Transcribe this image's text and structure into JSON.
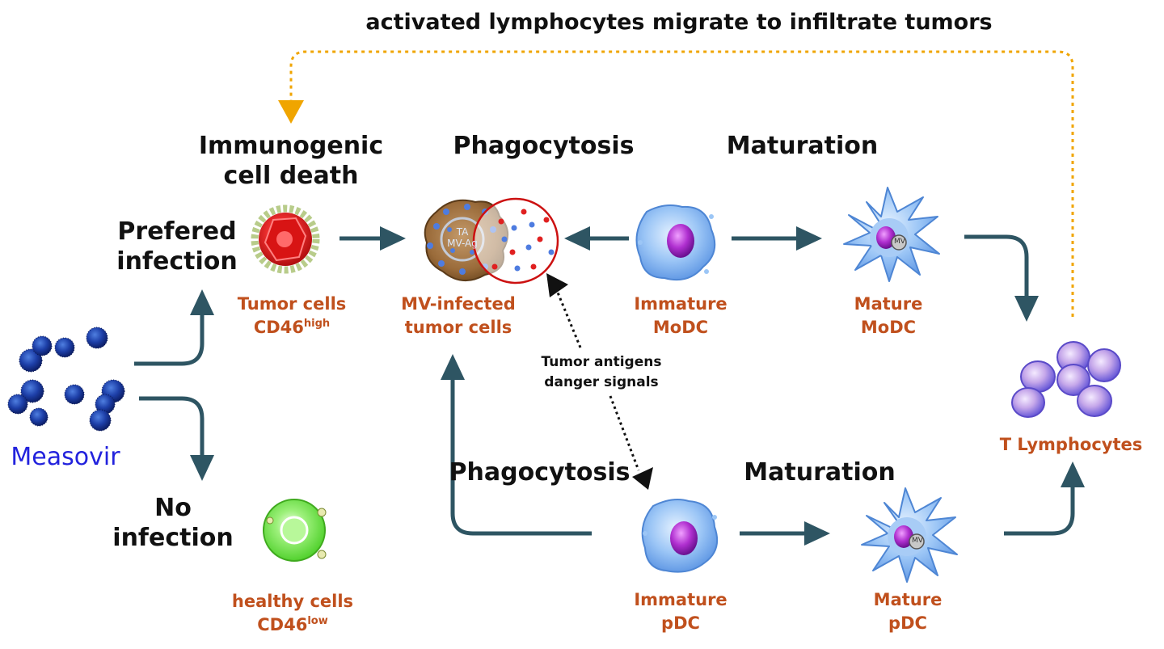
{
  "top_banner": "activated lymphocytes migrate to infiltrate tumors",
  "stages": {
    "immunogenic_death": [
      "Immunogenic",
      "cell death"
    ],
    "phagocytosis_top": "Phagocytosis",
    "maturation_top": "Maturation",
    "phagocytosis_bottom": "Phagocytosis",
    "maturation_bottom": "Maturation"
  },
  "branches": {
    "preferred": [
      "Prefered",
      "infection"
    ],
    "none": [
      "No",
      "infection"
    ]
  },
  "virus": {
    "name": "Measovir"
  },
  "cells": {
    "tumor": {
      "line1": "Tumor cells",
      "line2": "CD46",
      "sup": "high"
    },
    "healthy": {
      "line1": "healthy cells",
      "line2": "CD46",
      "sup": "low"
    },
    "mv_infected": {
      "line1": "MV-infected",
      "line2": "tumor cells",
      "inner1": "TA",
      "inner2": "MV-Ag"
    },
    "immature_modc": {
      "line1": "Immature",
      "line2": "MoDC"
    },
    "mature_modc": {
      "line1": "Mature",
      "line2": "MoDC"
    },
    "immature_pdc": {
      "line1": "Immature",
      "line2": "pDC"
    },
    "mature_pdc": {
      "line1": "Mature",
      "line2": "pDC"
    },
    "t_lymphocytes": {
      "label": "T Lymphocytes"
    },
    "mv_tag": "MV"
  },
  "signals": [
    "Tumor antigens",
    "danger signals"
  ],
  "colors": {
    "arrow": "#2e5563",
    "dotted_orange": "#f0a500",
    "label_orange": "#c0501d",
    "virus_blue": "#2222dd",
    "tumor_red": "#e02020",
    "healthy_green": "#66e044",
    "dc_blue": "#7fb2f0",
    "nucleus_purple": "#b030d0",
    "lymph_purple": "#8a7fd8"
  }
}
